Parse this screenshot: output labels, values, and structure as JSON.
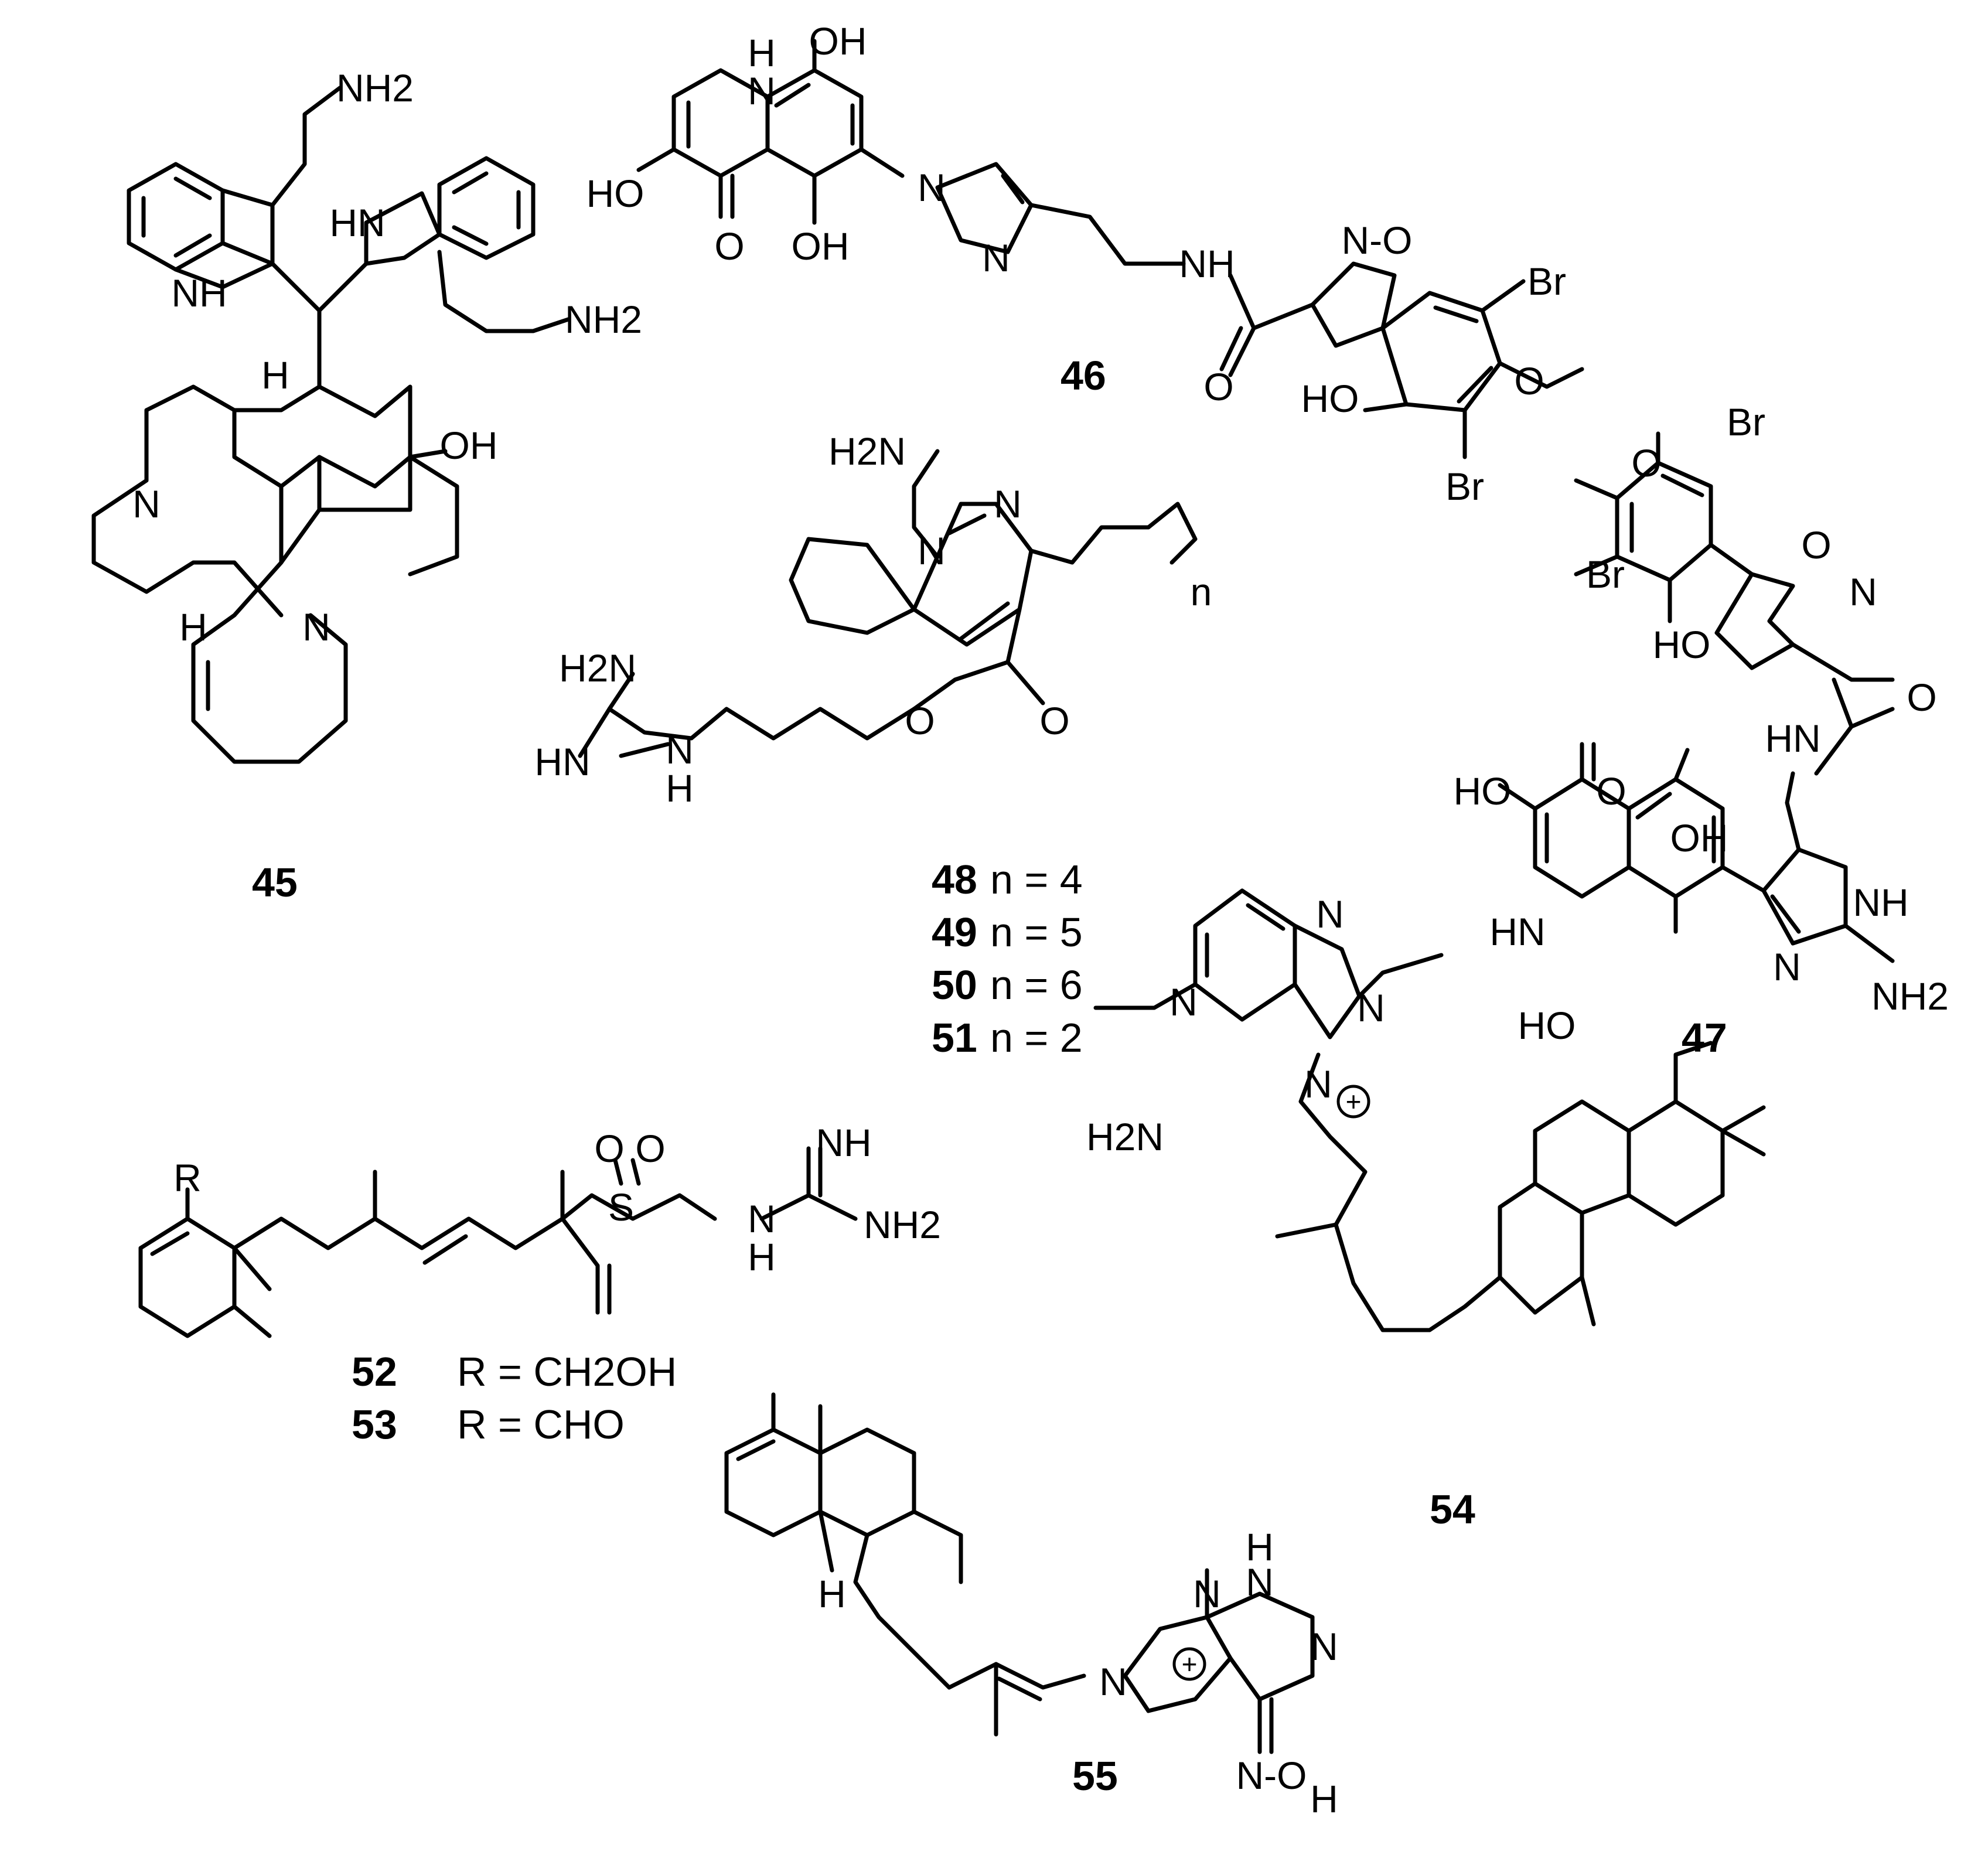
{
  "compounds": [
    {
      "id": "c45",
      "number": "45",
      "formula": ""
    },
    {
      "id": "c46",
      "number": "46",
      "formula": ""
    },
    {
      "id": "c47",
      "number": "47",
      "formula": ""
    },
    {
      "id": "c48",
      "number": "48",
      "formula": "n = 4"
    },
    {
      "id": "c49",
      "number": "49",
      "formula": "n = 5"
    },
    {
      "id": "c50",
      "number": "50",
      "formula": "n = 6"
    },
    {
      "id": "c51",
      "number": "51",
      "formula": "n = 2"
    },
    {
      "id": "c52",
      "number": "52",
      "formula": "R = CH2OH"
    },
    {
      "id": "c53",
      "number": "53",
      "formula": "R = CHO"
    },
    {
      "id": "c54",
      "number": "54",
      "formula": ""
    },
    {
      "id": "c55",
      "number": "55",
      "formula": ""
    }
  ],
  "atoms": {
    "nh2": "NH2",
    "nh": "NH",
    "hn": "HN",
    "h": "H",
    "n": "N",
    "o": "O",
    "oh": "OH",
    "ho": "HO",
    "br": "Br",
    "s": "S",
    "r": "R",
    "h2n": "H2N",
    "n_sub": "n",
    "no": "N-O",
    "plus": "+"
  },
  "style": {
    "ink": "#000000",
    "background": "#ffffff"
  }
}
